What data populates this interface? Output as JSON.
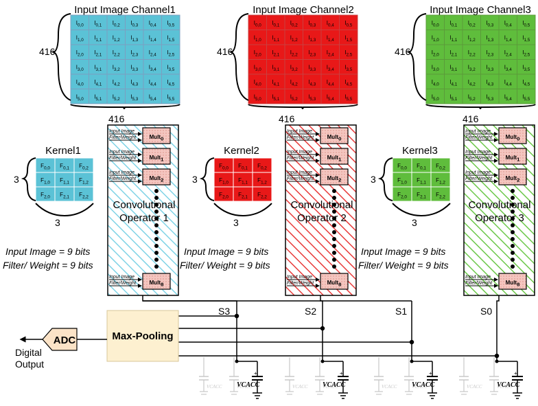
{
  "channels": [
    {
      "title": "Input Image Channel1",
      "color": "#5bc2d6",
      "grid_color": "#7b9fc0"
    },
    {
      "title": "Input Image Channel2",
      "color": "#e81818",
      "grid_color": "#c94040"
    },
    {
      "title": "Input Image Channel3",
      "color": "#5fbd3c",
      "grid_color": "#5b9a3a"
    }
  ],
  "image_rows": [
    [
      "I0,0",
      "I0,1",
      "I0,2",
      "I0,3",
      "I0,4",
      "I0,5"
    ],
    [
      "I1,0",
      "I1,1",
      "I1,2",
      "I1,3",
      "I1,4",
      "I1,5"
    ],
    [
      "I2,0",
      "I2,1",
      "I2,2",
      "I2,3",
      "I2,4",
      "I2,5"
    ],
    [
      "I3,0",
      "I3,1",
      "I3,2",
      "I3,3",
      "I3,4",
      "I3,5"
    ],
    [
      "I4,0",
      "I4,1",
      "I4,2",
      "I4,3",
      "I4,4",
      "I4,5"
    ],
    [
      "I5,0",
      "I5,1",
      "I5,2",
      "I5,3",
      "I5,4",
      "I5,5"
    ]
  ],
  "image_dim": "416",
  "kernels": [
    {
      "title": "Kernel1",
      "color": "#5bc2d6"
    },
    {
      "title": "Kernel2",
      "color": "#e81818"
    },
    {
      "title": "Kernel3",
      "color": "#5fbd3c"
    }
  ],
  "kernel_rows": [
    [
      "F0,0",
      "F0,1",
      "F0,2"
    ],
    [
      "F1,0",
      "F1,1",
      "F1,2"
    ],
    [
      "F2,0",
      "F2,1",
      "F2,2"
    ]
  ],
  "kernel_dim": "3",
  "operators": [
    {
      "line1": "Convolutional",
      "line2": "Operator 1",
      "hatch_color": "#7fd3e6"
    },
    {
      "line1": "Convolutional",
      "line2": "Operator 2",
      "hatch_color": "#e83a3a"
    },
    {
      "line1": "Convolutional",
      "line2": "Operator 3",
      "hatch_color": "#6cc84a"
    }
  ],
  "mult_labels": [
    "Mult0",
    "Mult1",
    "Mult2",
    "Mult8"
  ],
  "mult_input_line1": "Input Image",
  "mult_input_line2": "Filter/Weight",
  "bits": {
    "input": "Input Image = 9 bits",
    "filter": "Filter/ Weight = 9 bits"
  },
  "switches": [
    "S3",
    "S2",
    "S1",
    "S0"
  ],
  "maxpool_label": "Max-Pooling",
  "adc_label": "ADC",
  "output_label": {
    "line1": "Digital",
    "line2": "Output"
  },
  "cap_label": "VCACC",
  "colors": {
    "mult_fill": "#f4c6c0",
    "maxpool_fill": "#fdf0d0",
    "adc_fill": "#fbe3c7"
  }
}
